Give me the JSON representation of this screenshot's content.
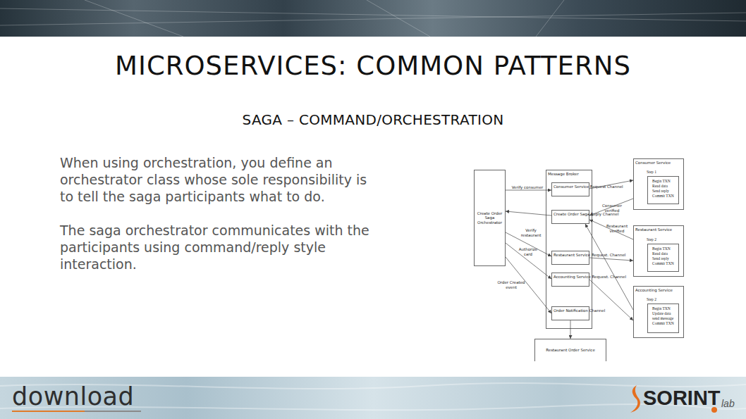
{
  "diagram": {
    "title": "MICROSERVICES: COMMON PATTERNS",
    "nodes": [
      {
        "text": [
          "Create Order Saga Orchestrator"
        ]
      },
      {
        "text": [
          "Message Broker"
        ]
      },
      {
        "text": [
          "Consumer Service Request Channel"
        ],
        "in": 1
      },
      {
        "text": [
          "Create Order Saga Reply Channel"
        ],
        "in": 1
      },
      {
        "text": [
          "Restaurant Service Request. Channel"
        ],
        "in": 1
      },
      {
        "text": [
          "Accounting Service Request. Channel"
        ],
        "in": 1
      },
      {
        "text": [
          "Order Notification Channel"
        ],
        "in": 1
      },
      {
        "text": [
          "Consumer Service"
        ]
      },
      {
        "text": [
          "Step 1",
          "Begin TXN Read data Send reply Commit TXN"
        ],
        "in": 7
      },
      {
        "text": [
          "Restaurant Service"
        ]
      },
      {
        "text": [
          "Step 2",
          "Begin TXN Read data Send reply Commit TXN"
        ],
        "in": 9
      },
      {
        "text": [
          "Accounting Service"
        ]
      },
      {
        "text": [
          "Step 2",
          "Begin TXN Update data send message Commit TXN"
        ],
        "in": 11
      },
      {
        "text": [
          "Restaurant Order Service"
        ]
      }
    ],
    "edges": [
      {
        "from": 0,
        "to": 2,
        "label": "Verify consumer",
        "arrow": "to"
      },
      {
        "from": 2,
        "to": 7,
        "arrow": "to"
      },
      {
        "from": 7,
        "to": 3,
        "label": "Consumer verified",
        "arrow": "to"
      },
      {
        "from": 3,
        "to": 0,
        "arrow": "to"
      },
      {
        "from": 0,
        "to": 4,
        "label": "Verify restaurant",
        "arrow": "to"
      },
      {
        "from": 4,
        "to": 9,
        "arrow": "to"
      },
      {
        "from": 9,
        "to": 3,
        "label": "Restaurant verified",
        "arrow": "to"
      },
      {
        "from": 0,
        "to": 5,
        "label": "Authorize card",
        "arrow": "to"
      },
      {
        "from": 5,
        "to": 11,
        "arrow": "to"
      },
      {
        "from": 11,
        "to": 3,
        "arrow": "to"
      },
      {
        "from": 0,
        "to": 6,
        "label": "Order Created event",
        "arrow": "to"
      },
      {
        "from": 6,
        "to": 13,
        "arrow": "to"
      }
    ],
    "labels": [
      "SAGA – COMMAND/ORCHESTRATION",
      "When using orchestration, you define an orchestrator class whose sole responsibility is to tell the saga participants what to do.",
      "The saga orchestrator communicates with the participants using command/reply style interaction.",
      "download",
      "SORINT",
      "lab"
    ]
  }
}
